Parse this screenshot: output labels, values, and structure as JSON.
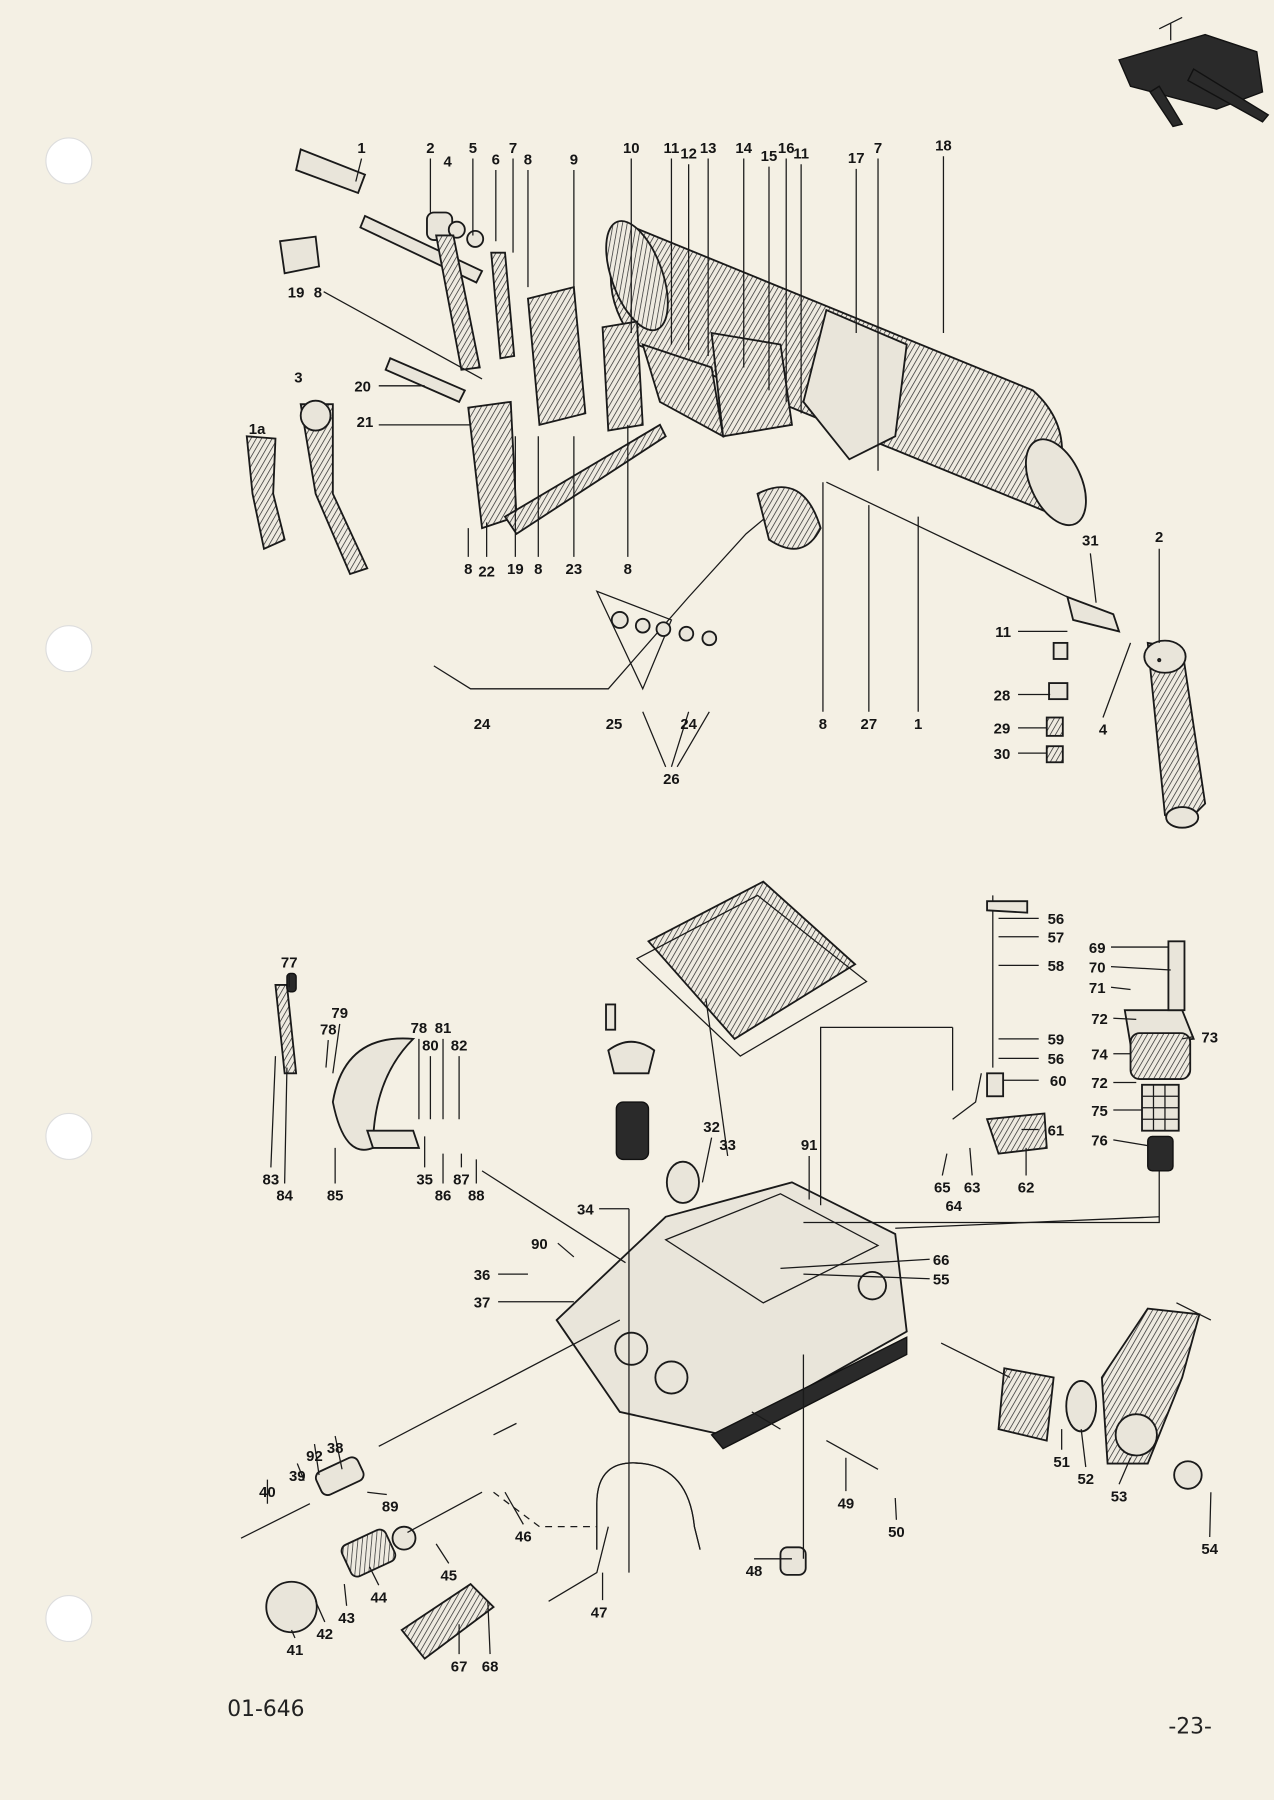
{
  "document": {
    "code": "01-646",
    "page_number": "-23-"
  },
  "upper_assembly_labels": [
    "1",
    "2",
    "4",
    "5",
    "6",
    "7",
    "8",
    "9",
    "10",
    "11",
    "12",
    "13",
    "14",
    "15",
    "16",
    "11",
    "17",
    "7",
    "18",
    "19",
    "8",
    "20",
    "3",
    "1a",
    "21",
    "8",
    "22",
    "19",
    "8",
    "23",
    "8",
    "24",
    "25",
    "24",
    "26",
    "8",
    "27",
    "1",
    "31",
    "2",
    "11",
    "4",
    "28",
    "29",
    "30"
  ],
  "lower_assembly_labels": [
    "77",
    "79",
    "78",
    "78",
    "81",
    "80",
    "82",
    "83",
    "84",
    "85",
    "35",
    "86",
    "87",
    "88",
    "56",
    "57",
    "58",
    "59",
    "56",
    "60",
    "61",
    "62",
    "65",
    "63",
    "64",
    "69",
    "70",
    "71",
    "72",
    "73",
    "74",
    "72",
    "75",
    "76",
    "32",
    "33",
    "91",
    "34",
    "90",
    "36",
    "37",
    "66",
    "55",
    "92",
    "38",
    "39",
    "40",
    "89",
    "46",
    "45",
    "44",
    "43",
    "42",
    "41",
    "47",
    "67",
    "68",
    "48",
    "49",
    "50",
    "51",
    "52",
    "53",
    "54"
  ],
  "colors": {
    "paper": "#f4f0e4",
    "ink": "#151515"
  }
}
